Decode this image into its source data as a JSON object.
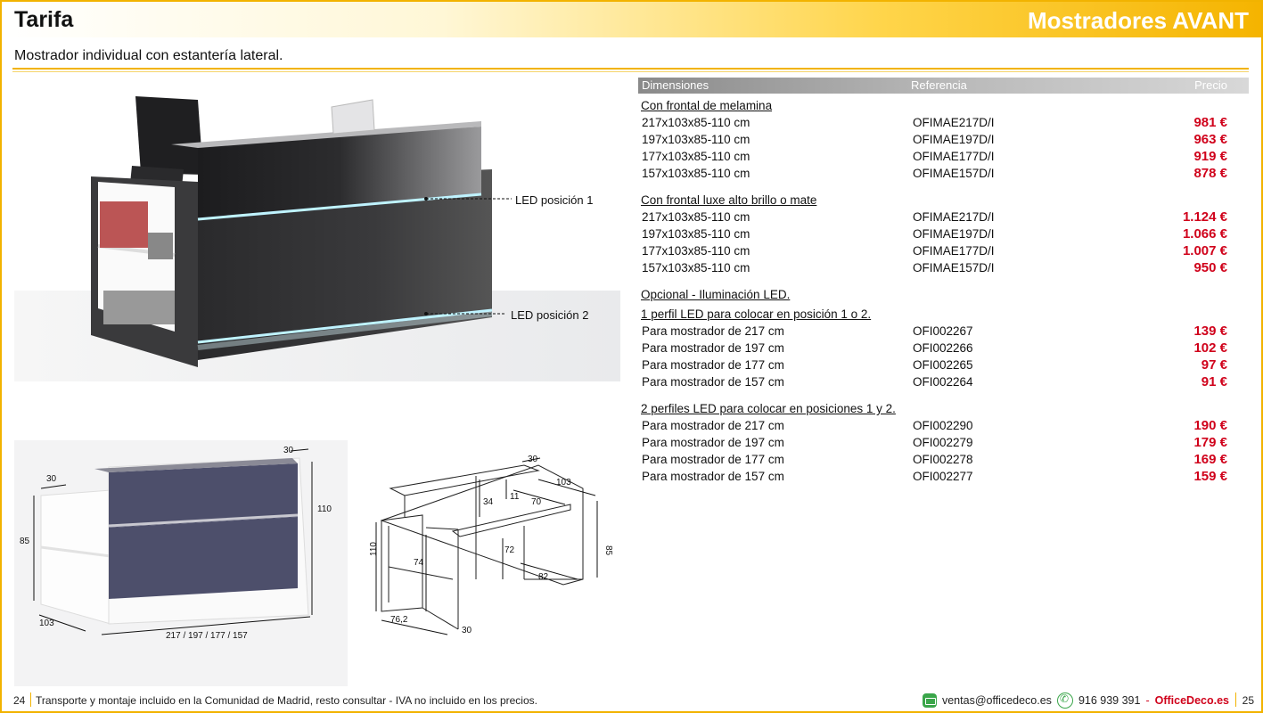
{
  "header": {
    "left_title": "Tarifa",
    "right_title": "Mostradores AVANT"
  },
  "subtitle": "Mostrador individual con estantería lateral.",
  "photo": {
    "led_label_1": "LED posición 1",
    "led_label_2": "LED posición 2"
  },
  "drawing_front": {
    "d30_top": "30",
    "d30_left": "30",
    "d110": "110",
    "d85": "85",
    "d103": "103",
    "d_width": "217 / 197 / 177 / 157"
  },
  "drawing_iso": {
    "d30_top": "30",
    "d103": "103",
    "d34": "34",
    "d11": "11",
    "d70": "70",
    "d110": "110",
    "d74": "74",
    "d72": "72",
    "d85": "85",
    "d82": "82",
    "d762": "76,2",
    "d30_bottom": "30"
  },
  "table": {
    "headers": {
      "dim": "Dimensiones",
      "ref": "Referencia",
      "price": "Precio"
    },
    "sections": [
      {
        "title": "Con frontal de melamina",
        "rows": [
          {
            "dim": "217x103x85-110 cm",
            "ref": "OFIMAE217D/I",
            "price": "981 €"
          },
          {
            "dim": "197x103x85-110 cm",
            "ref": "OFIMAE197D/I",
            "price": "963 €"
          },
          {
            "dim": "177x103x85-110 cm",
            "ref": "OFIMAE177D/I",
            "price": "919 €"
          },
          {
            "dim": "157x103x85-110 cm",
            "ref": "OFIMAE157D/I",
            "price": "878 €"
          }
        ]
      },
      {
        "title": "Con frontal luxe alto brillo o mate",
        "rows": [
          {
            "dim": "217x103x85-110 cm",
            "ref": "OFIMAE217D/I",
            "price": "1.124 €"
          },
          {
            "dim": "197x103x85-110 cm",
            "ref": "OFIMAE197D/I",
            "price": "1.066 €"
          },
          {
            "dim": "177x103x85-110 cm",
            "ref": "OFIMAE177D/I",
            "price": "1.007 €"
          },
          {
            "dim": "157x103x85-110 cm",
            "ref": "OFIMAE157D/I",
            "price": "950 €"
          }
        ]
      },
      {
        "title": "Opcional - Iluminación LED.",
        "subtitle": "1 perfil LED para colocar en posición 1 o 2.",
        "rows": [
          {
            "dim": "Para mostrador de 217 cm",
            "ref": "OFI002267",
            "price": "139 €"
          },
          {
            "dim": "Para mostrador de 197 cm",
            "ref": "OFI002266",
            "price": "102 €"
          },
          {
            "dim": "Para mostrador de 177 cm",
            "ref": "OFI002265",
            "price": "97 €"
          },
          {
            "dim": "Para mostrador de 157 cm",
            "ref": "OFI002264",
            "price": "91 €"
          }
        ]
      },
      {
        "title": "2 perfiles LED para colocar en posiciones 1 y 2.",
        "rows": [
          {
            "dim": "Para mostrador de 217 cm",
            "ref": "OFI002290",
            "price": "190 €"
          },
          {
            "dim": "Para mostrador de 197 cm",
            "ref": "OFI002279",
            "price": "179 €"
          },
          {
            "dim": "Para mostrador de 177 cm",
            "ref": "OFI002278",
            "price": "169 €"
          },
          {
            "dim": "Para mostrador de 157 cm",
            "ref": "OFI002277",
            "price": "159 €"
          }
        ]
      }
    ]
  },
  "footer": {
    "page_left": "24",
    "note": "Transporte y montaje incluido en la Comunidad de Madrid, resto consultar - IVA no incluido en los precios.",
    "email": "ventas@officedeco.es",
    "phone": "916 939 391",
    "dash": "-",
    "brand": "OfficeDeco.es",
    "page_right": "25",
    "icons": {
      "email": "mail-icon",
      "phone": "phone-icon"
    }
  },
  "colors": {
    "accent": "#f2b300",
    "price": "#d0021b",
    "desk_dark": "#2b2b2d",
    "panel_blue": "#4d4f6b"
  }
}
